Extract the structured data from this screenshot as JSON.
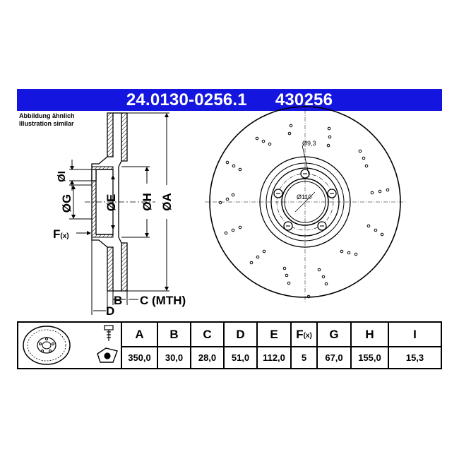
{
  "header": {
    "part_number": "24.0130-0256.1",
    "ref_number": "430256"
  },
  "illustration_note": [
    "Abbildung ähnlich",
    "Illustration similar"
  ],
  "section_labels": {
    "I": "ØI",
    "G": "ØG",
    "E": "ØE",
    "H": "ØH",
    "A": "ØA",
    "F": "F",
    "F_sub": "(x)",
    "B": "B",
    "C": "C (MTH)",
    "D": "D"
  },
  "front_view_labels": {
    "hole": "Ø9,3",
    "pcd": "Ø110"
  },
  "table": {
    "columns": [
      {
        "key": "A",
        "label": "A",
        "value": "350,0"
      },
      {
        "key": "B",
        "label": "B",
        "value": "30,0"
      },
      {
        "key": "C",
        "label": "C",
        "value": "28,0"
      },
      {
        "key": "D",
        "label": "D",
        "value": "51,0"
      },
      {
        "key": "E",
        "label": "E",
        "value": "112,0"
      },
      {
        "key": "F",
        "label": "F",
        "sub": "(x)",
        "value": "5"
      },
      {
        "key": "G",
        "label": "G",
        "value": "67,0"
      },
      {
        "key": "H",
        "label": "H",
        "value": "155,0"
      },
      {
        "key": "I",
        "label": "I",
        "value": "15,3"
      }
    ]
  },
  "colors": {
    "header_bg": "#1515e0",
    "header_text": "#ffffff"
  }
}
